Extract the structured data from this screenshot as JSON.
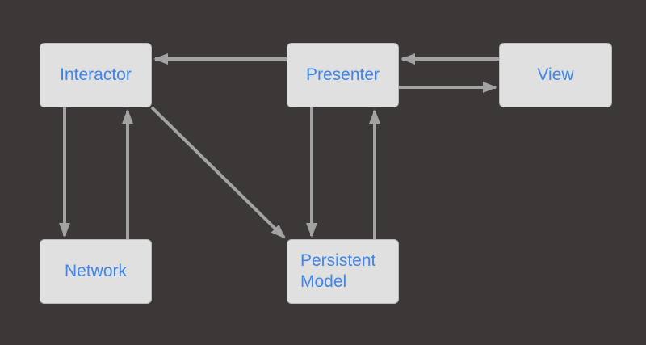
{
  "diagram": {
    "nodes": {
      "interactor": {
        "label": "Interactor"
      },
      "presenter": {
        "label": "Presenter"
      },
      "view": {
        "label": "View"
      },
      "network": {
        "label": "Network"
      },
      "persistent_model": {
        "label": "Persistent\nModel"
      }
    },
    "edges": [
      {
        "from": "presenter",
        "to": "interactor"
      },
      {
        "from": "view",
        "to": "presenter"
      },
      {
        "from": "presenter",
        "to": "view"
      },
      {
        "from": "interactor",
        "to": "network"
      },
      {
        "from": "network",
        "to": "interactor"
      },
      {
        "from": "interactor",
        "to": "persistent_model"
      },
      {
        "from": "presenter",
        "to": "persistent_model"
      },
      {
        "from": "persistent_model",
        "to": "presenter"
      }
    ],
    "colors": {
      "background": "#3b3837",
      "node_fill": "#e0e0e0",
      "node_text": "#3f86e6",
      "edge": "#a3a3a3"
    }
  }
}
